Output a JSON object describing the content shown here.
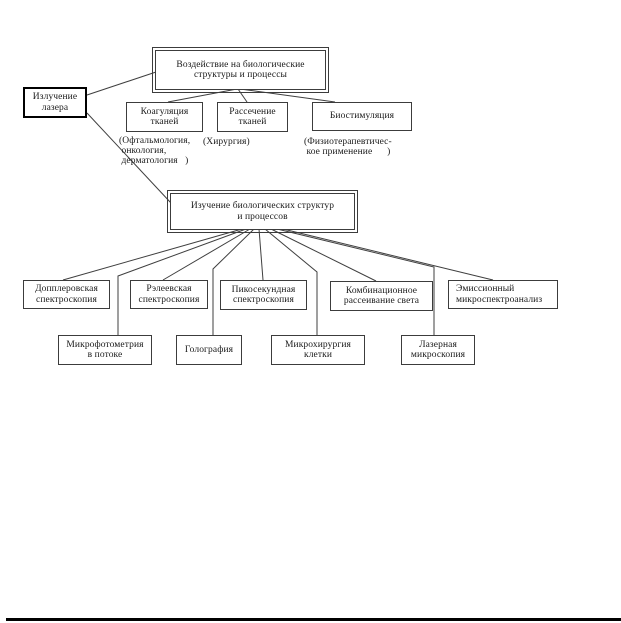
{
  "page": {
    "background": "#ffffff",
    "line_color": "#3f3f3f",
    "text_color": "#1a1a1a"
  },
  "nodes": {
    "laser": {
      "label": "Излучение\nлазера"
    },
    "impact": {
      "label": "Воздействие на биологические\nструктуры и процессы"
    },
    "study": {
      "label": "Изучение биологических структур\nи процессов"
    },
    "applications": [
      {
        "label": "Коагуляция\nтканей",
        "note": "(Офтальмология,\n онкология,\n дерматология   )"
      },
      {
        "label": "Рассечение\nтканей",
        "note": "(Хирургия)"
      },
      {
        "label": "Биостимуляция",
        "note": "(Физиотерапевтичес-\n кое применение      )"
      }
    ],
    "methods_row1": [
      {
        "label": "Допплеровская\nспектроскопия"
      },
      {
        "label": "Рэлеевская\nспектроскопия"
      },
      {
        "label": "Пикосекундная\nспектроскопия"
      },
      {
        "label": "Комбинационное\nрассеивание света"
      },
      {
        "label": "Эмиссионный\nмикроспектроанализ"
      }
    ],
    "methods_row2": [
      {
        "label": "Микрофотометрия\nв потоке"
      },
      {
        "label": "Голография"
      },
      {
        "label": "Микрохирургия\nклетки"
      },
      {
        "label": "Лазерная\nмикроскопия"
      }
    ]
  }
}
